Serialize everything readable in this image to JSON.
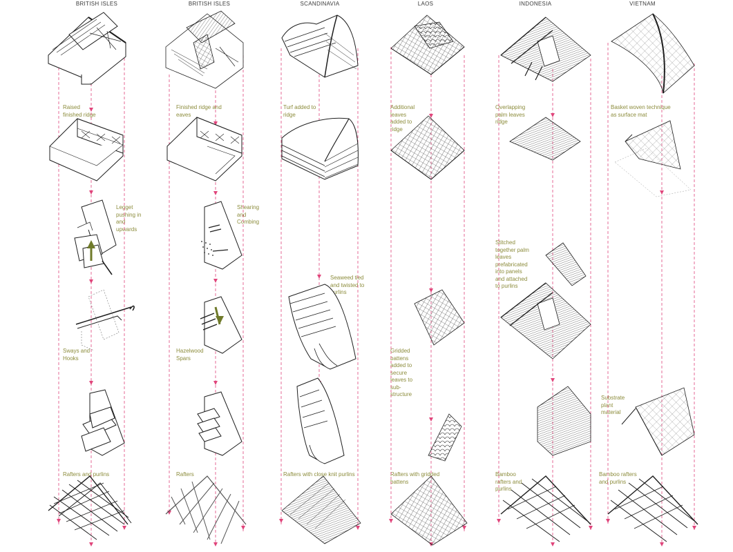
{
  "colors": {
    "guide": "#e0457b",
    "caption": "#8c8c3c",
    "ink": "#1e1e1e",
    "arrow_fill": "#6f7a2a"
  },
  "columns": [
    {
      "title": "BRITISH ISLES"
    },
    {
      "title": "BRITISH ISLES"
    },
    {
      "title": "SCANDINAVIA"
    },
    {
      "title": "LAOS"
    },
    {
      "title": "INDONESIA"
    },
    {
      "title": "VIETNAM"
    }
  ],
  "captions": {
    "c1_raised_ridge": "Raised finished ridge",
    "c1_legget": "Legget pushing in and upwards",
    "c1_sways": "Sways and Hooks",
    "c1_rafters": "Rafters and purlins",
    "c2_finished": "Finished ridge and eaves",
    "c2_shearing": "Shearing and Combing",
    "c2_hazelwood": "Hazelwood Spars",
    "c2_rafters": "Rafters",
    "c3_turf": "Turf added to ridge",
    "c3_seaweed": "Seaweed tied and twisted to purlins",
    "c3_rafters": "Rafters with close knit purlins",
    "c4_additional": "Additional leaves added to ridge",
    "c4_gridded": "Gridded battens added to secure leaves to sub-structure",
    "c4_rafters": "Rafters with gridded battens",
    "c5_overlapping": "Overlapping palm leaves ridge",
    "c5_stitched": "Stitched together palm leaves prefabricated into panels and attached to purlins",
    "c5_bamboo": "Bamboo rafters and purlins",
    "c6_basket": "Basket woven technique as surface mat",
    "c6_substrate": "Substrate plant material",
    "c6_bamboo": "Bamboo rafters and purlins"
  }
}
